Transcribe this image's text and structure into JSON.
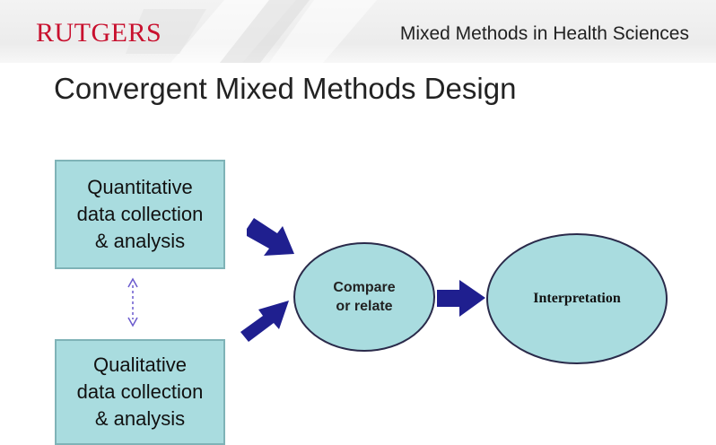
{
  "header": {
    "logo": "RUTGERS",
    "subject": "Mixed Methods in Health Sciences"
  },
  "slide": {
    "title": "Convergent Mixed Methods Design"
  },
  "diagram": {
    "quantitative_box": [
      "Quantitative",
      "data collection",
      "& analysis"
    ],
    "qualitative_box": [
      "Qualitative",
      "data collection",
      "& analysis"
    ],
    "compare_node": [
      "Compare",
      "or relate"
    ],
    "interpretation_node": "Interpretation"
  },
  "colors": {
    "box_fill": "#a9dcdf",
    "arrow": "#1f1f8f",
    "logo_red": "#c8102e",
    "dotted_arrow": "#6a5acd"
  }
}
